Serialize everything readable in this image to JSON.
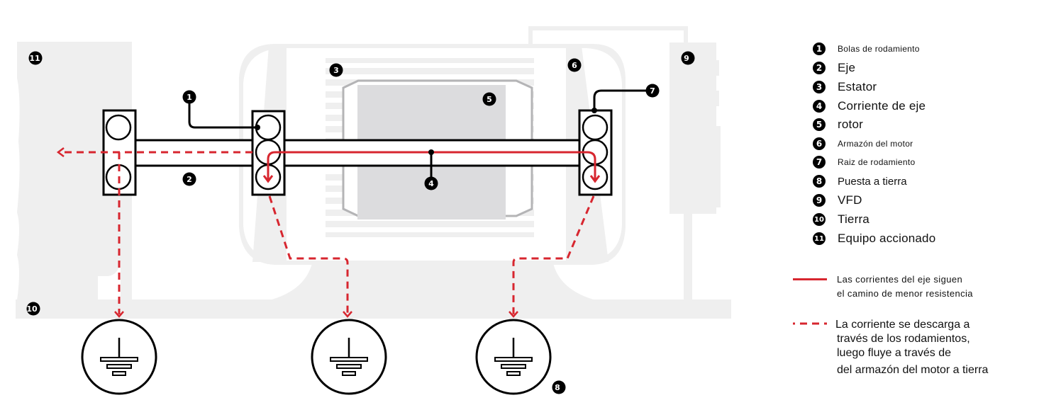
{
  "diagram": {
    "title": "Corrientes de eje en motor accionado por VFD",
    "callouts": [
      {
        "num": "1",
        "target": "bolas-de-rodamiento"
      },
      {
        "num": "2",
        "target": "eje"
      },
      {
        "num": "3",
        "target": "estator"
      },
      {
        "num": "4",
        "target": "corriente-de-eje"
      },
      {
        "num": "5",
        "target": "rotor"
      },
      {
        "num": "6",
        "target": "armazon-del-motor"
      },
      {
        "num": "7",
        "target": "raiz-de-rodamiento"
      },
      {
        "num": "8",
        "target": "puesta-a-tierra"
      },
      {
        "num": "9",
        "target": "vfd"
      },
      {
        "num": "10",
        "target": "tierra"
      },
      {
        "num": "11",
        "target": "equipo-accionado"
      }
    ],
    "colors": {
      "shaft_current": "#d7262f",
      "background_shapes": "#efefef",
      "rotor_fill": "#dcdcde",
      "rotor_outline": "#b4b4b6",
      "line": "#000000"
    }
  },
  "legend": {
    "items": [
      {
        "num": "1",
        "label": "Bolas de rodamiento"
      },
      {
        "num": "2",
        "label": "Eje"
      },
      {
        "num": "3",
        "label": "Estator"
      },
      {
        "num": "4",
        "label": "Corriente de eje"
      },
      {
        "num": "5",
        "label": "rotor"
      },
      {
        "num": "6",
        "label": "Armazón del motor"
      },
      {
        "num": "7",
        "label": "Raiz de rodamiento"
      },
      {
        "num": "8",
        "label": "Puesta a tierra"
      },
      {
        "num": "9",
        "label": "VFD"
      },
      {
        "num": "10",
        "label": "Tierra"
      },
      {
        "num": "11",
        "label": "Equipo accionado"
      }
    ],
    "line_key": {
      "solid_line1": "Las corrientes del eje siguen",
      "solid_line2": "el camino de menor resistencia",
      "dashed_line1": "La corriente se descarga a",
      "dashed_line2": "través de los rodamientos,",
      "dashed_line3": "luego fluye a través de",
      "dashed_line4": "del armazón del motor a tierra"
    }
  }
}
